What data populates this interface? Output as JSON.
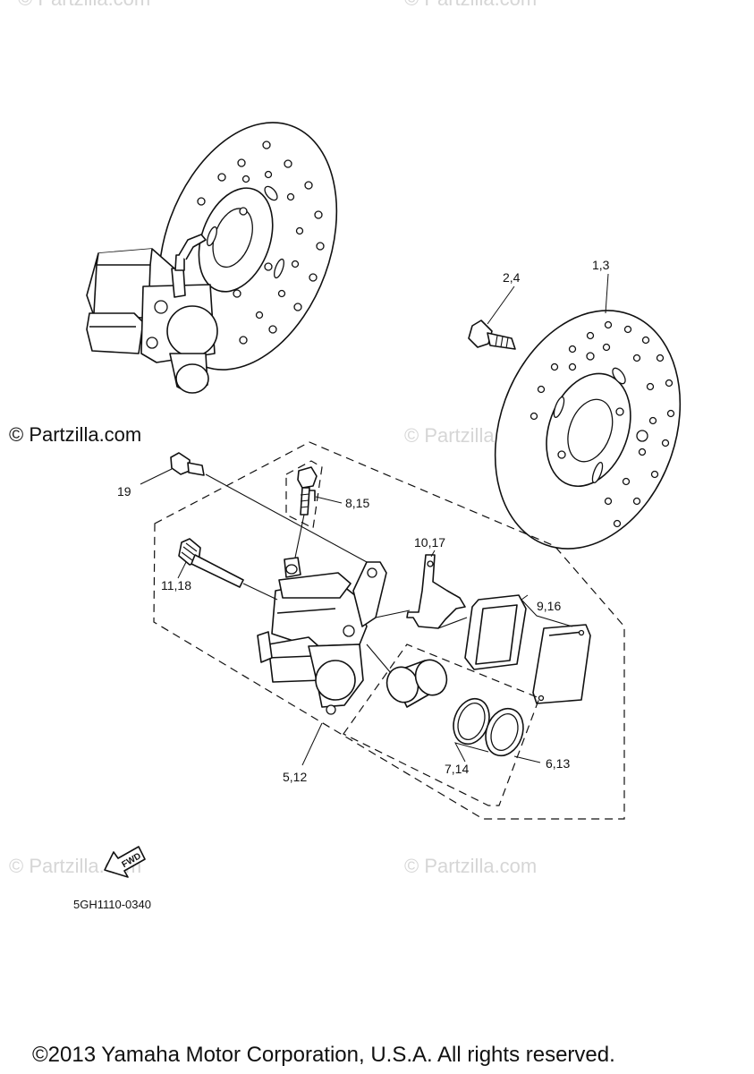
{
  "watermark": {
    "credit_main": "© Partzilla.com",
    "text": "© Partzilla.com"
  },
  "callouts": [
    "1,3",
    "2,4",
    "19",
    "8,15",
    "10,17",
    "11,18",
    "9,16",
    "5,12",
    "7,14",
    "6,13"
  ],
  "fwd_label": "FWD",
  "diagram_code": "5GH1110-0340",
  "copyright": "©2013 Yamaha Motor Corporation, U.S.A. All rights reserved."
}
